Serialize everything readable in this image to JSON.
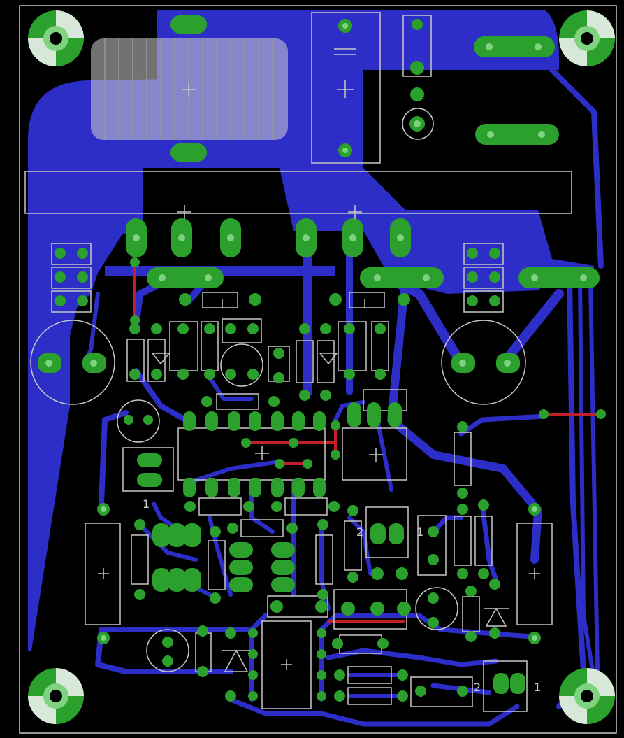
{
  "colors": {
    "background": "#000000",
    "copper": "#2d2dc8",
    "copper_dark": "#1e1ea0",
    "pad_ring": "#2ca02c",
    "pad_hole": "#7fd27f",
    "silkscreen": "#c8c8c8",
    "jumper": "#c0202a",
    "mount_light": "#d8e8d8"
  },
  "labels": {
    "u_left_pin": "1",
    "conn_mid_left": "2",
    "conn_mid_right": "1",
    "conn_bottom_left": "2",
    "conn_bottom_right": "1"
  }
}
